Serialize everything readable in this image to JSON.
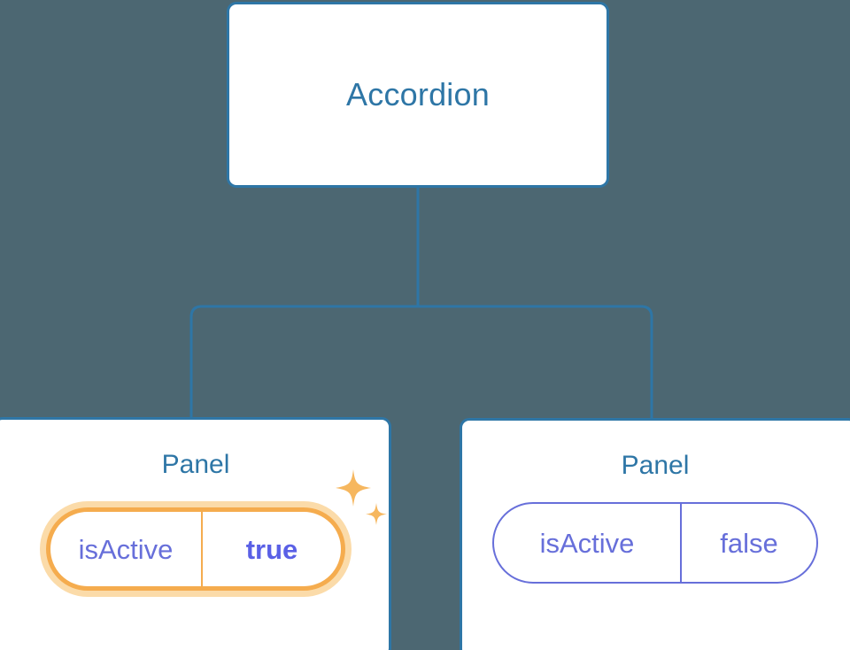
{
  "diagram": {
    "type": "component-tree",
    "background_color": "#4c6772",
    "connector_color": "#2e76a6",
    "root": {
      "label": "Accordion",
      "title_color": "#2e76a6",
      "card_bg": "#ffffff",
      "card_border": "#2e76a6"
    },
    "children": [
      {
        "label": "Panel",
        "highlighted": true,
        "prop": {
          "key": "isActive",
          "value": "true",
          "value_bold": true,
          "pill_border_color": "#f5ac4e",
          "pill_glow_color": "#fbdba9",
          "key_text_color": "#676fda",
          "value_text_color": "#5a60e6"
        },
        "sparkles": {
          "visible": true,
          "icon": "sparkle-icon",
          "color": "#f6b75f",
          "count": 2
        }
      },
      {
        "label": "Panel",
        "highlighted": false,
        "prop": {
          "key": "isActive",
          "value": "false",
          "value_bold": false,
          "pill_border_color": "#676fda",
          "pill_glow_color": "none",
          "key_text_color": "#676fda",
          "value_text_color": "#676fda"
        },
        "sparkles": {
          "visible": false,
          "icon": "sparkle-icon",
          "color": "#f6b75f",
          "count": 0
        }
      }
    ]
  }
}
